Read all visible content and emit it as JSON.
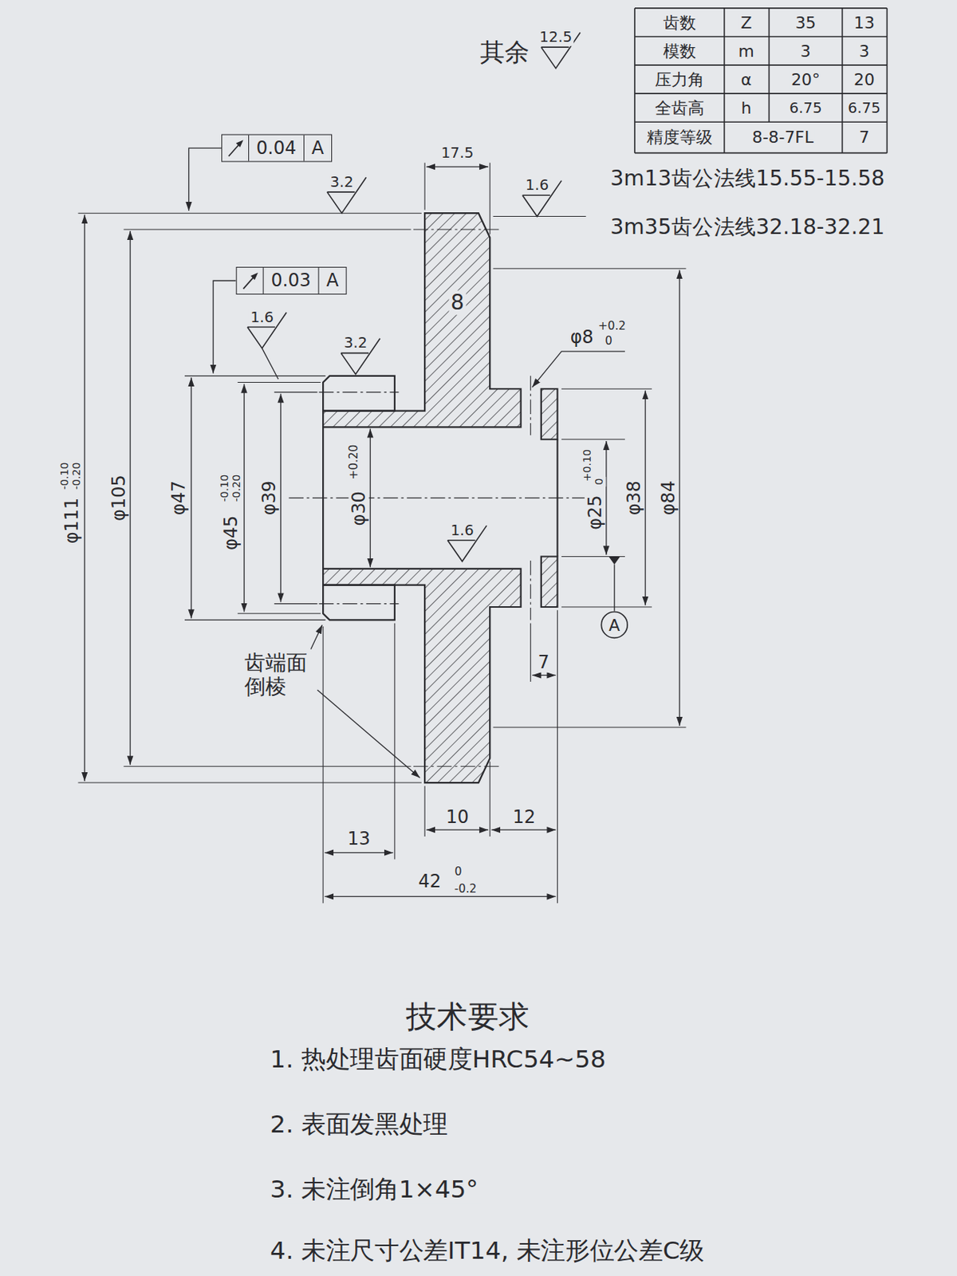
{
  "diagram": {
    "nodes": [
      {
        "text": [
          "0.04",
          "A"
        ]
      },
      {
        "text": [
          "0.03",
          "A"
        ]
      },
      {
        "text": [
          "A"
        ]
      }
    ],
    "labels": [
      "其余",
      "12.5",
      "齿数",
      "Z",
      "35",
      "13",
      "模数",
      "m",
      "3",
      "3",
      "压力角",
      "α",
      "20°",
      "20",
      "全齿高",
      "h",
      "6.75",
      "6.75",
      "精度等级",
      "8-8-7FL",
      "7",
      "3m13齿公法线15.55-15.58",
      "3m35齿公法线32.18-32.21",
      "17.5",
      "3.2",
      "1.6",
      "1.6",
      "3.2",
      "8",
      "φ8",
      "+0.2",
      "0",
      "φ111",
      "-0.10",
      "-0.20",
      "φ105",
      "φ47",
      "φ45",
      "-0.10",
      "-0.20",
      "φ39",
      "φ30",
      "+0.20",
      "φ25",
      "+0.10",
      "0",
      "φ38",
      "φ84",
      "7",
      "13",
      "10",
      "12",
      "42",
      "0",
      "-0.2",
      "1.6",
      "齿端面倒棱",
      "技术要求",
      "1. 热处理齿面硬度HRC54~58",
      "2. 表面发黑处理",
      "3. 未注倒角1×45°",
      "4. 未注尺寸公差IT14, 未注形位公差C级"
    ]
  }
}
